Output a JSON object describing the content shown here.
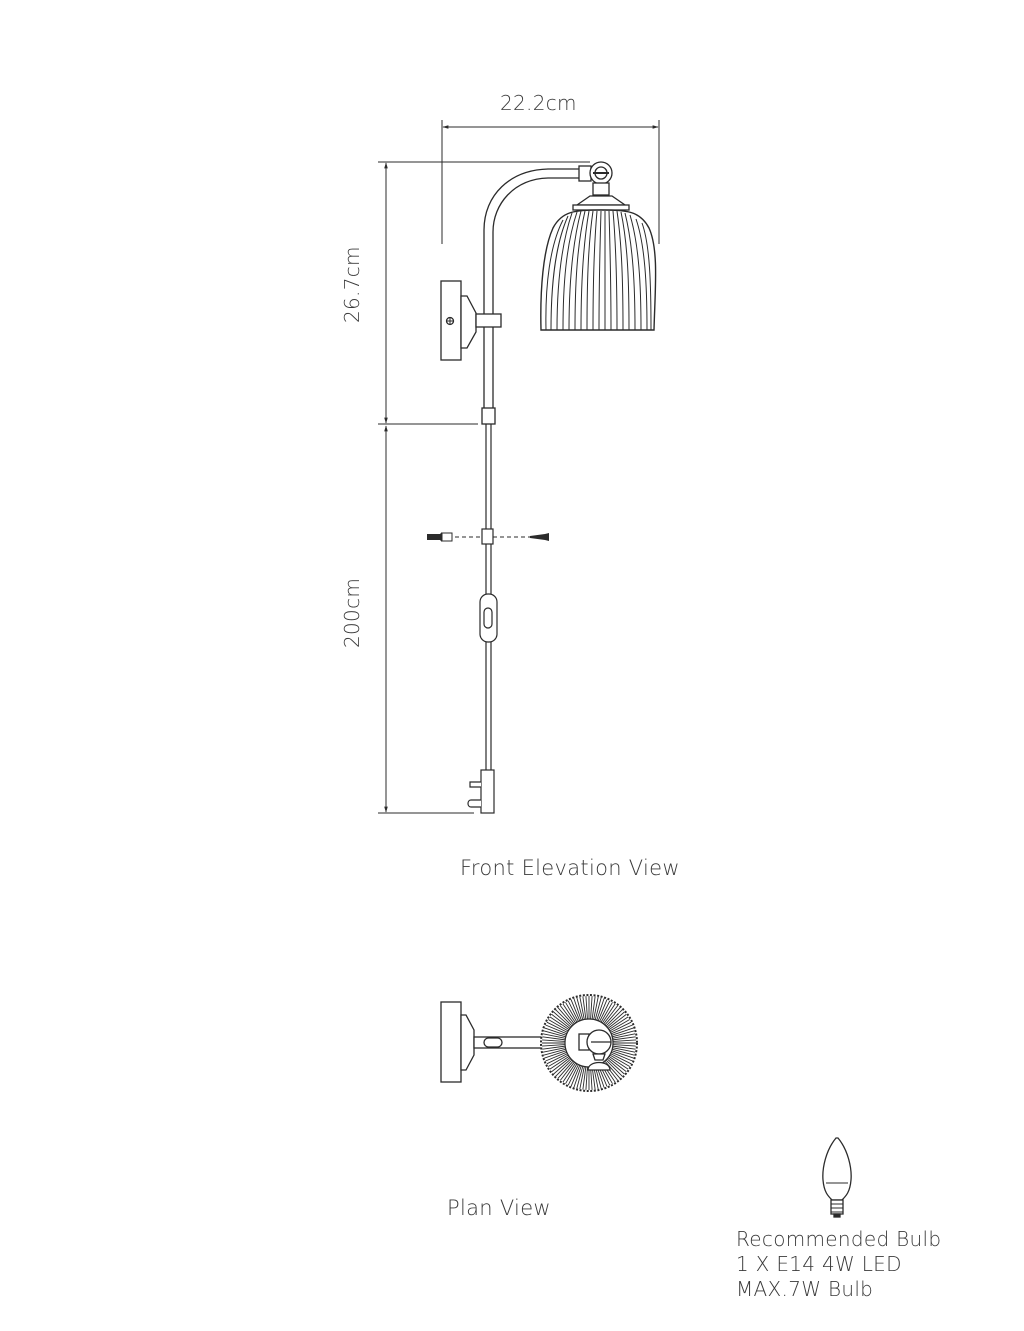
{
  "drawing": {
    "front_view": {
      "title": "Front Elevation View",
      "dimensions": {
        "width": "22.2cm",
        "height_fixture": "26.7cm",
        "cable_length": "200cm"
      }
    },
    "plan_view": {
      "title": "Plan View"
    },
    "recommended_bulb": {
      "line1": "Recommended Bulb",
      "line2": "1 X E14 4W LED",
      "line3": "MAX.7W Bulb",
      "icon": "candle-bulb-icon"
    },
    "colors": {
      "line": "#2b2b2b",
      "text": "#3a3a3a",
      "background": "#ffffff"
    }
  }
}
